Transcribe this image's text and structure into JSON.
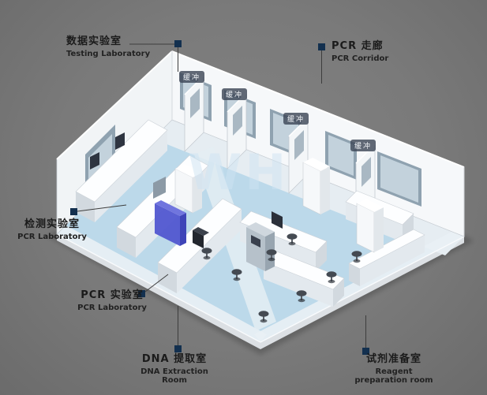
{
  "watermark": "WH",
  "colors": {
    "background": "#787878",
    "floor_blue": "#bcd9ea",
    "marker_square": "#13304f",
    "label_text": "#1b1b1b",
    "buffer_tag_bg": "rgba(62,72,88,0.82)"
  },
  "labels": {
    "testing_lab": {
      "zh": "数据实验室",
      "en": "Testing Laboratory"
    },
    "pcr_corridor": {
      "zh": "PCR 走廊",
      "en": "PCR Corridor"
    },
    "pcr_lab_left": {
      "zh": "检测实验室",
      "en": "PCR Laboratory"
    },
    "pcr_lab_bottom": {
      "zh": "PCR 实验室",
      "en": "PCR Laboratory"
    },
    "dna_extraction": {
      "zh": "DNA 提取室",
      "en": "DNA Extraction Room"
    },
    "reagent_prep": {
      "zh": "试剂准备室",
      "en": "Reagent preparation room"
    }
  },
  "buffer_tags": [
    "缓冲",
    "缓冲",
    "缓冲",
    "缓冲"
  ]
}
